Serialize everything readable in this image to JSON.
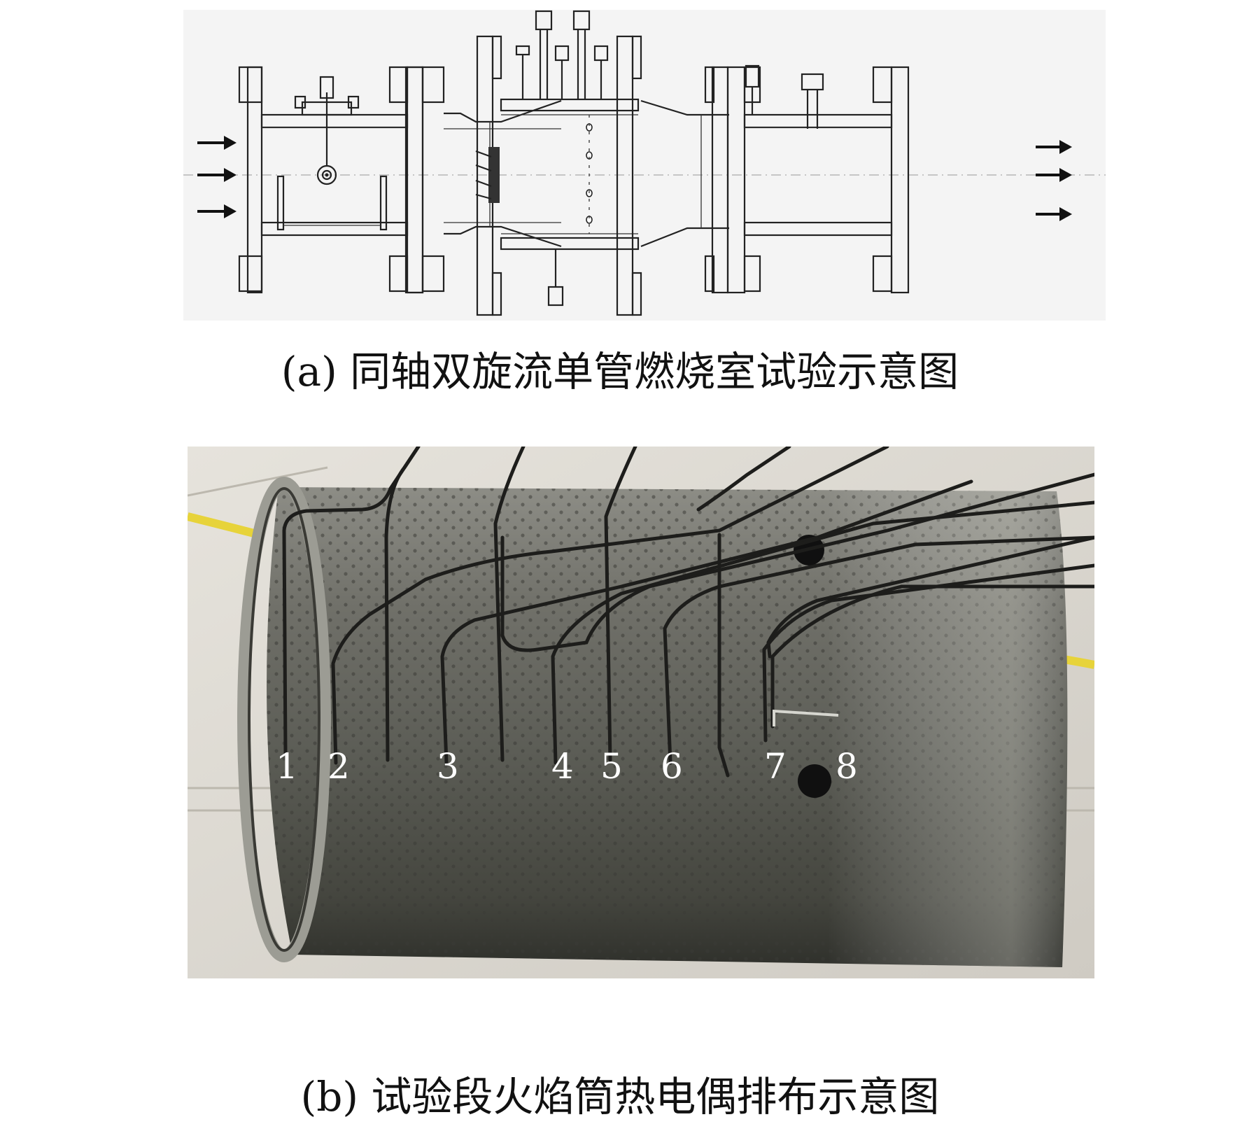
{
  "figure": {
    "panel_a": {
      "caption": "(a) 同轴双旋流单管燃烧室试验示意图",
      "inlet_arrows": 3,
      "outlet_arrows": 3
    },
    "panel_b": {
      "caption": "(b) 试验段火焰筒热电偶排布示意图",
      "thermocouple_labels": [
        "1",
        "2",
        "3",
        "4",
        "5",
        "6",
        "7",
        "8"
      ]
    }
  }
}
